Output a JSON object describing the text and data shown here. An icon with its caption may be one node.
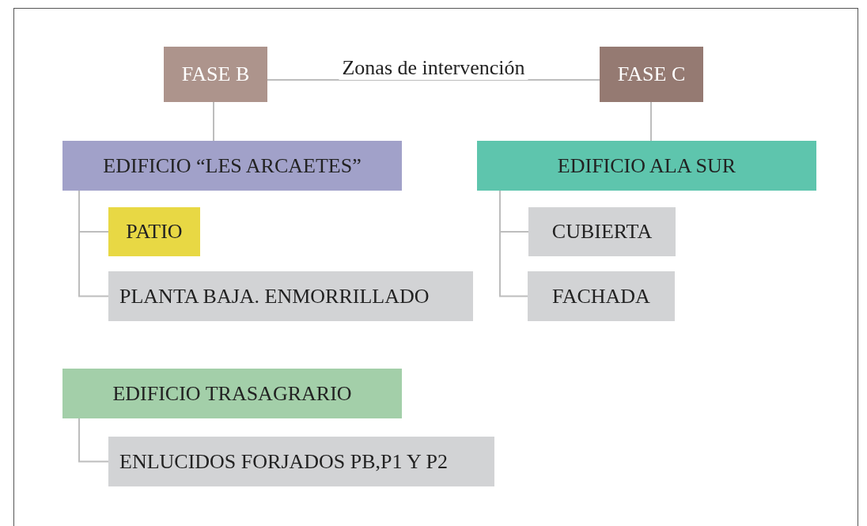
{
  "diagram": {
    "nodes": [
      {
        "text": [
          "FASE B"
        ]
      },
      {
        "text": [
          "FASE C"
        ]
      },
      {
        "text": [
          "EDIFICIO “LES ARCAETES”"
        ]
      },
      {
        "text": [
          "PATIO"
        ]
      },
      {
        "text": [
          "PLANTA BAJA. ENMORRILLADO"
        ]
      },
      {
        "text": [
          "EDIFICIO ALA SUR"
        ]
      },
      {
        "text": [
          "CUBIERTA"
        ]
      },
      {
        "text": [
          "FACHADA"
        ]
      },
      {
        "text": [
          "EDIFICIO TRASAGRARIO"
        ]
      },
      {
        "text": [
          "ENLUCIDOS FORJADOS PB,P1 Y P2"
        ]
      }
    ],
    "edges": [
      {
        "from": 0,
        "to": 1,
        "arrow": "none",
        "label": "Zonas de intervención"
      },
      {
        "from": 0,
        "to": 2,
        "arrow": "none"
      },
      {
        "from": 1,
        "to": 5,
        "arrow": "none"
      },
      {
        "from": 2,
        "to": 3,
        "arrow": "none"
      },
      {
        "from": 2,
        "to": 4,
        "arrow": "none"
      },
      {
        "from": 5,
        "to": 6,
        "arrow": "none"
      },
      {
        "from": 5,
        "to": 7,
        "arrow": "none"
      },
      {
        "from": 8,
        "to": 9,
        "arrow": "none"
      }
    ]
  }
}
